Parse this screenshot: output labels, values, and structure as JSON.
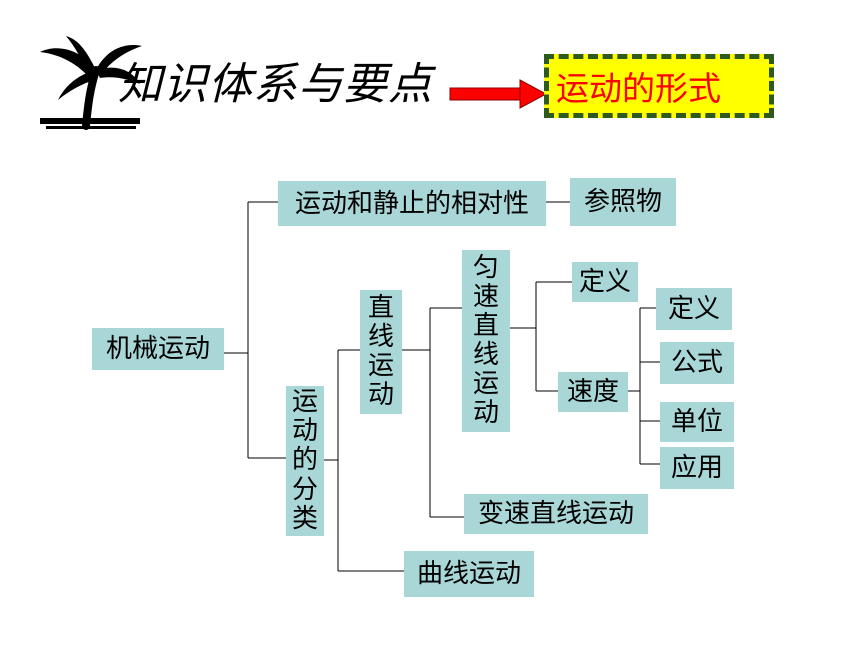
{
  "header": {
    "title": "知识体系与要点",
    "topic": "运动的形式",
    "colors": {
      "topic_bg": "#ffff00",
      "topic_text": "#ff0000",
      "topic_border": "#2f5a1e",
      "arrow": "#ff0000",
      "node_bg": "#a9d6d6"
    },
    "icons": [
      "palm-tree-icon",
      "arrow-right-icon"
    ]
  },
  "nodes": {
    "root": "机械运动",
    "relative": "运动和静止的相对性",
    "reference": "参照物",
    "classification": "运动的分类",
    "linear": "直线运动",
    "uniform": "匀速直线运动",
    "definition": "定义",
    "speed": "速度",
    "speed_definition": "定义",
    "formula": "公式",
    "unit": "单位",
    "application": "应用",
    "variable": "变速直线运动",
    "curve": "曲线运动"
  }
}
